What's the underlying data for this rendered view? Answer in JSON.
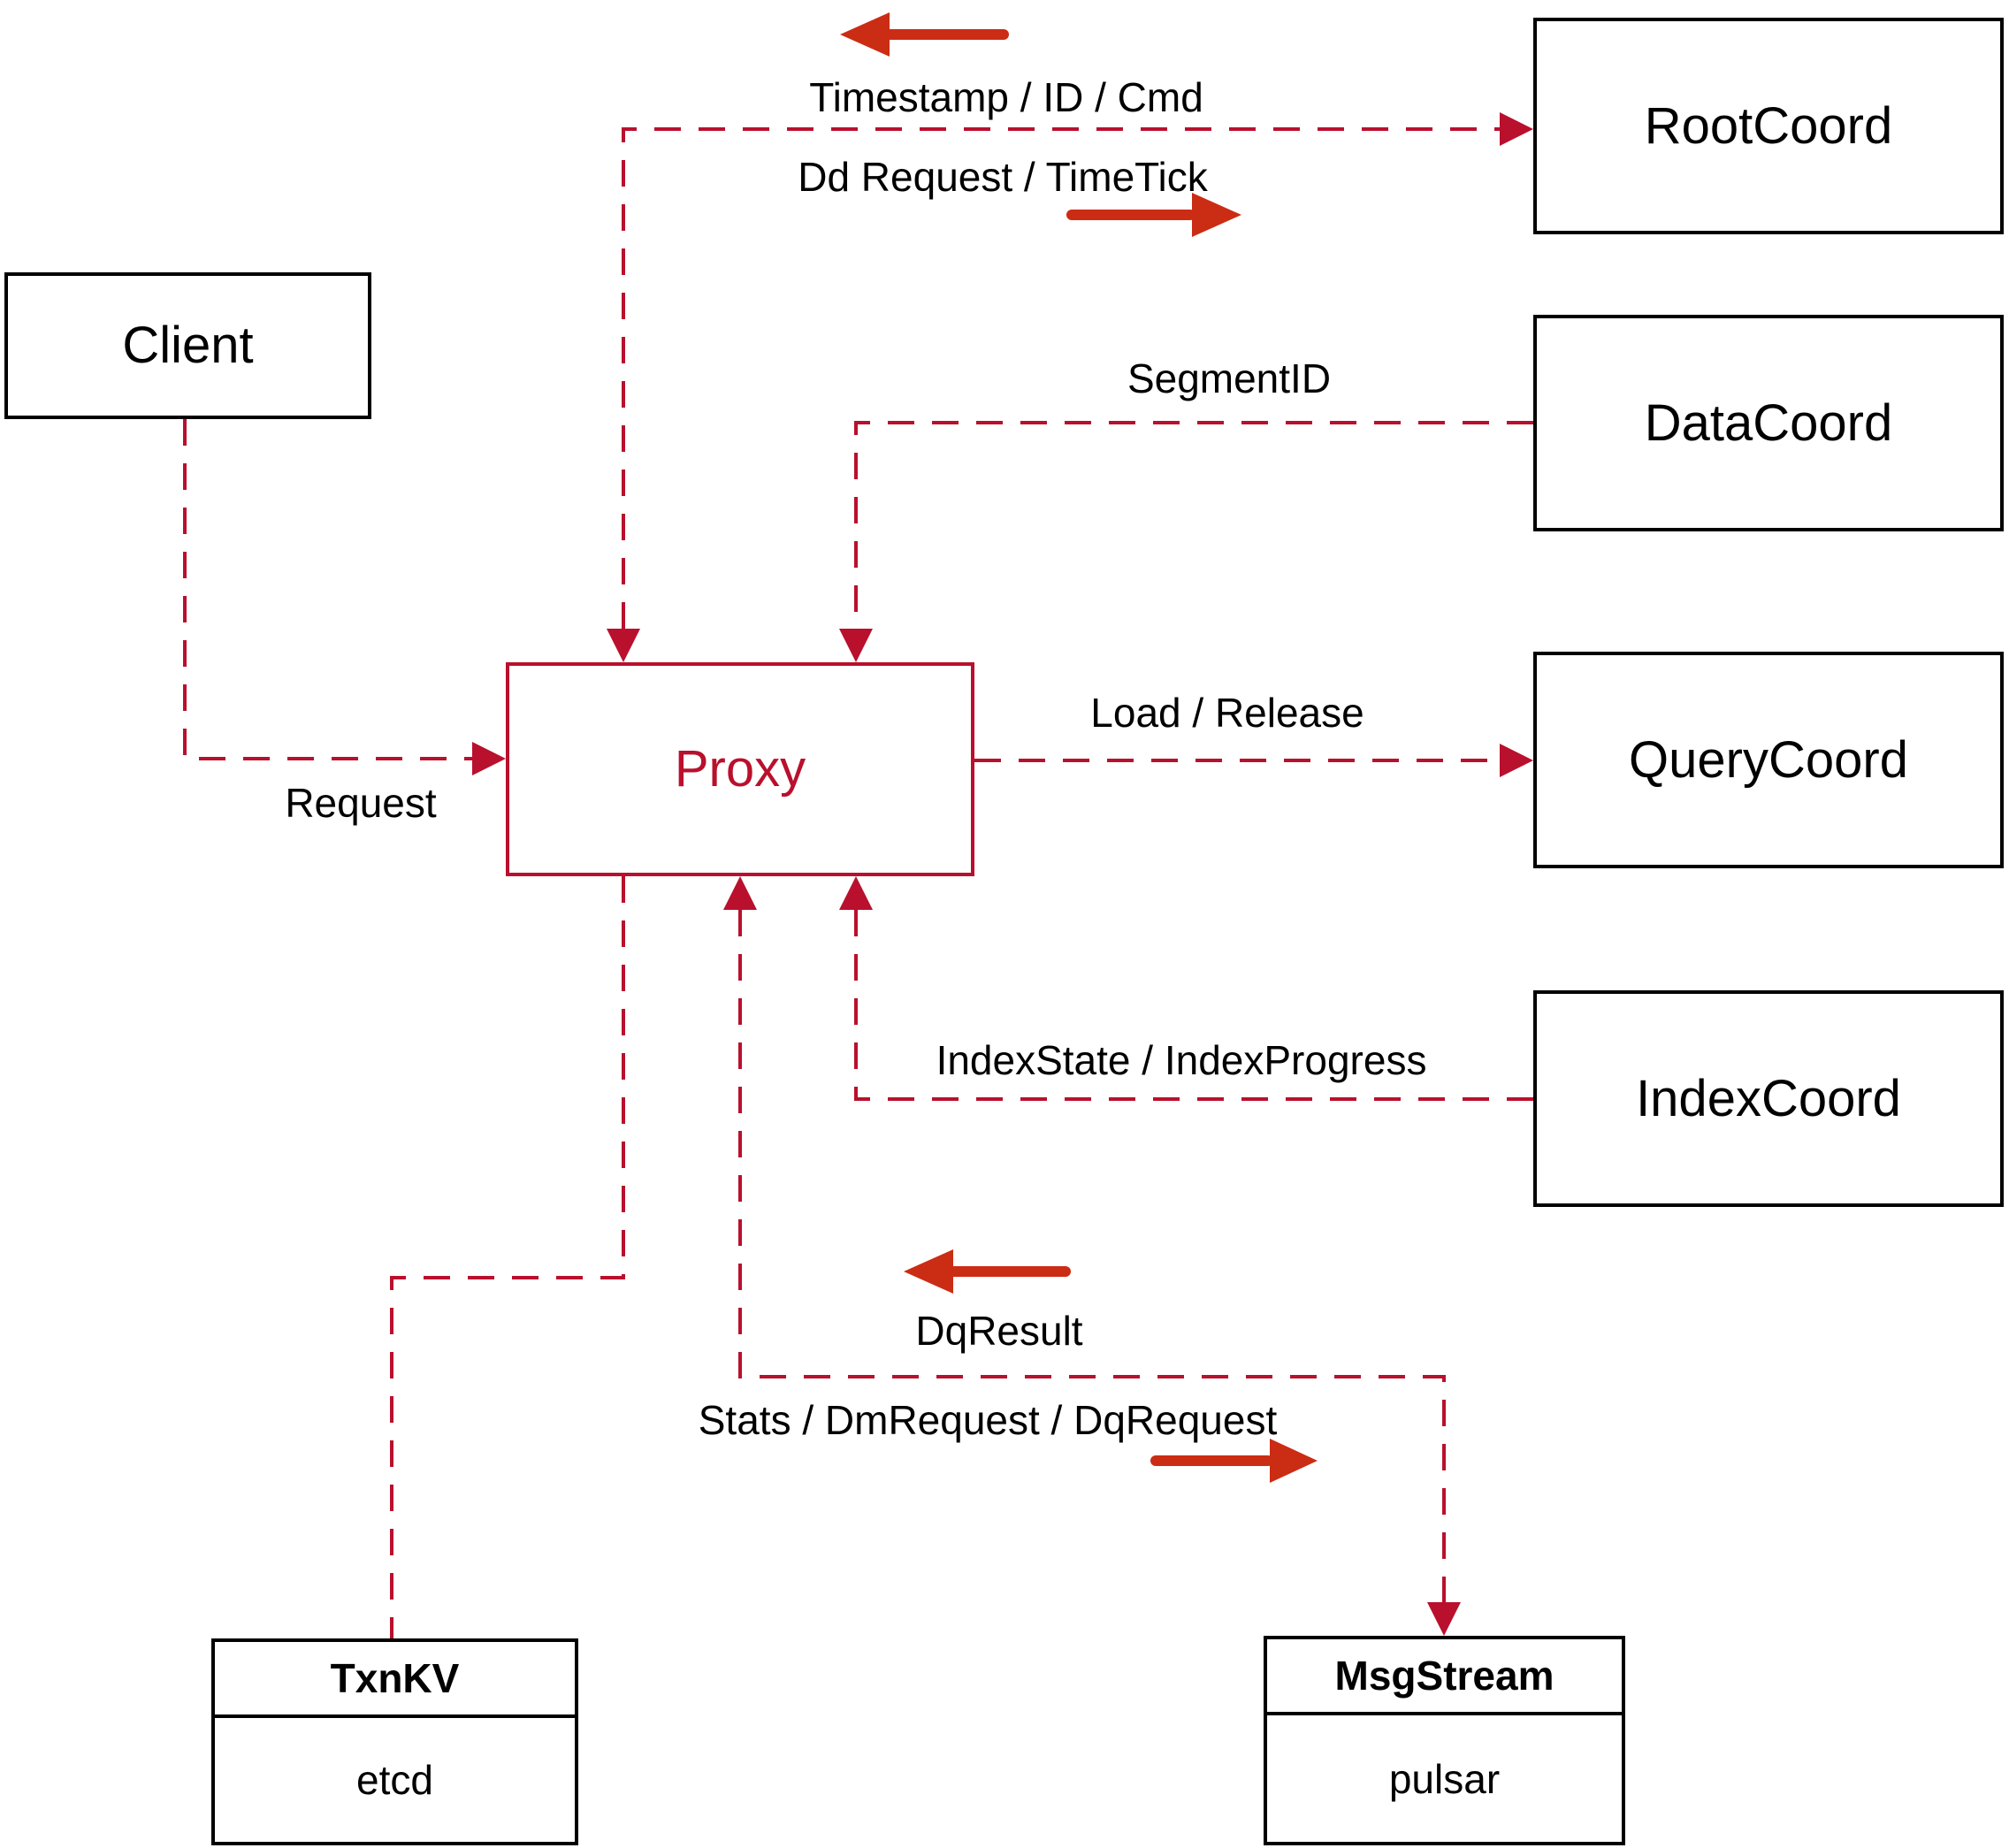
{
  "colors": {
    "dashed_red": "#b9102d",
    "solid_arrow_red": "#cb2c14",
    "text": "#000000",
    "box_border": "#000000",
    "background": "#ffffff"
  },
  "nodes": {
    "client": {
      "label": "Client"
    },
    "root_coord": {
      "label": "RootCoord"
    },
    "data_coord": {
      "label": "DataCoord"
    },
    "query_coord": {
      "label": "QueryCoord"
    },
    "index_coord": {
      "label": "IndexCoord"
    },
    "proxy": {
      "label": "Proxy"
    },
    "txn_kv": {
      "title": "TxnKV",
      "implementation": "etcd"
    },
    "msg_stream": {
      "title": "MsgStream",
      "implementation": "pulsar"
    }
  },
  "edges": {
    "client_to_proxy": {
      "label": "Request"
    },
    "proxy_rootcoord": {
      "label_to_proxy": "Timestamp / ID / Cmd",
      "label_to_root": "Dd Request / TimeTick"
    },
    "datacoord_to_proxy": {
      "label": "SegmentID"
    },
    "proxy_to_querycoord": {
      "label": "Load / Release"
    },
    "indexcoord_to_proxy": {
      "label": "IndexState / IndexProgress"
    },
    "proxy_msgstream": {
      "label_to_proxy": "DqResult",
      "label_to_msgstream": "Stats / DmRequest / DqRequest"
    }
  }
}
